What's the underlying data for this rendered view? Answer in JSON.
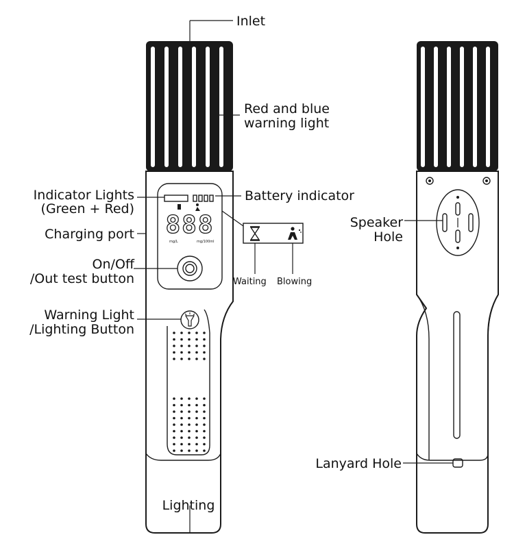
{
  "labels": {
    "inlet": "Inlet",
    "warning_light_line1": "Red and blue",
    "warning_light_line2": "warning light",
    "indicator_line1": "Indicator Lights",
    "indicator_line2": "(Green + Red)",
    "battery_indicator": "Battery indicator",
    "charging_port": "Charging port",
    "onoff_line1": "On/Off",
    "onoff_line2": "/Out test button",
    "waiting": "Waiting",
    "blowing": "Blowing",
    "warn_btn_line1": "Warning Light",
    "warn_btn_line2": "/Lighting Button",
    "lighting": "Lighting",
    "speaker_line1": "Speaker",
    "speaker_line2": "Hole",
    "lanyard_hole": "Lanyard Hole"
  },
  "display": {
    "digits": "888",
    "unit_left": "mg/L",
    "unit_right": "mg/100ml"
  },
  "colors": {
    "line": "#1a1a1a",
    "background": "#ffffff"
  },
  "icons": [
    "hourglass-icon",
    "blowing-person-icon",
    "flashlight-icon",
    "battery-icon"
  ]
}
